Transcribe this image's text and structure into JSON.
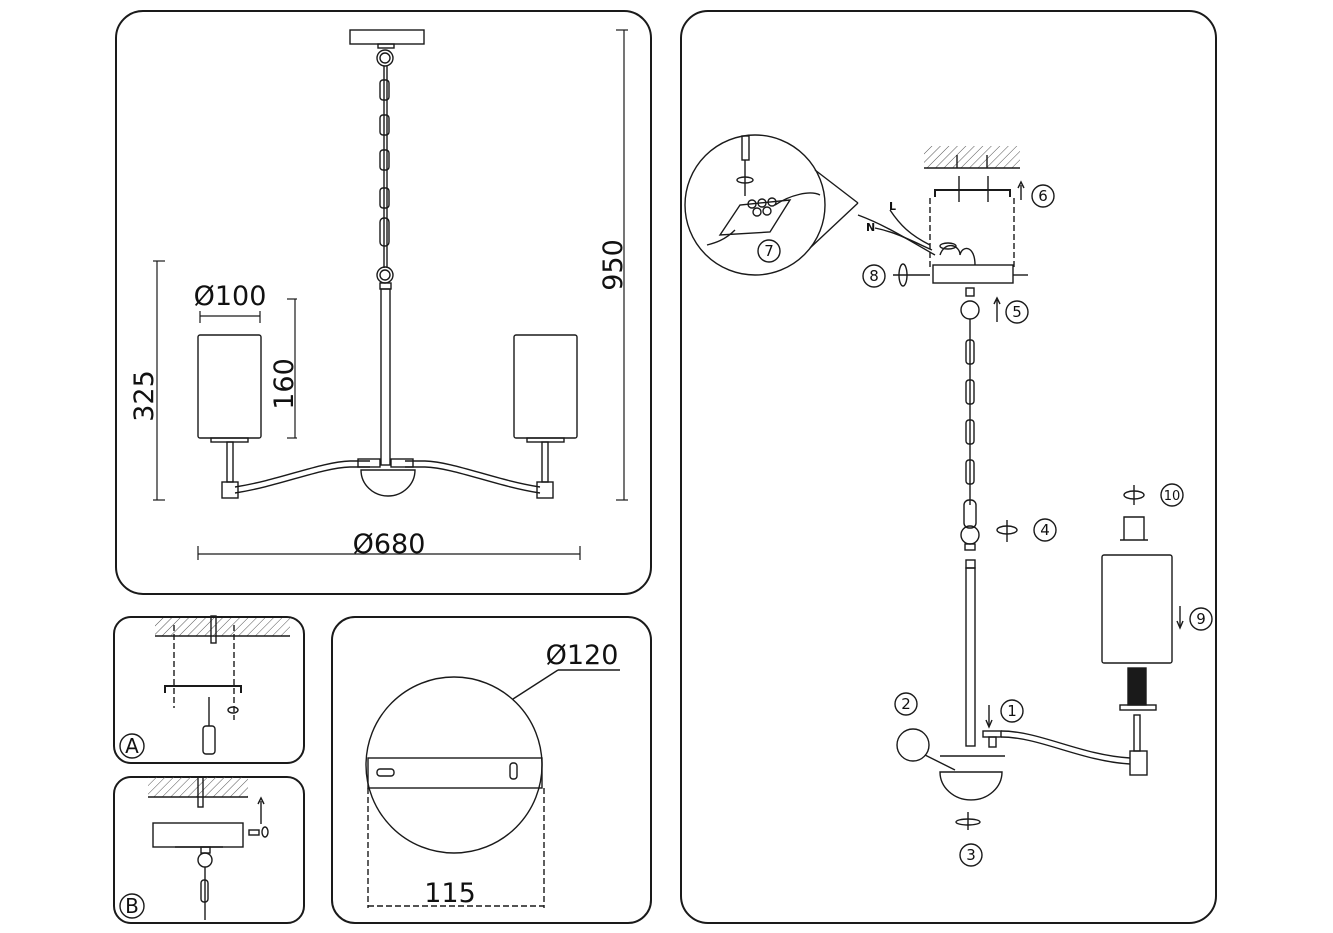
{
  "overview": {
    "dimensions": {
      "shade_diameter": "Ø100",
      "shade_height": "160",
      "body_height": "325",
      "total_height": "950",
      "span_diameter": "Ø680"
    }
  },
  "detail_a": {
    "label": "A"
  },
  "detail_b": {
    "label": "B"
  },
  "canopy": {
    "diameter": "Ø120",
    "bracket_width": "115"
  },
  "assembly": {
    "wire_labels": {
      "live": "L",
      "neutral": "N"
    },
    "steps": [
      {
        "number": "1",
        "action": "insert-arm"
      },
      {
        "number": "2",
        "action": "connect-wires"
      },
      {
        "number": "3",
        "action": "screw-cap"
      },
      {
        "number": "4",
        "action": "screw-rod-ring"
      },
      {
        "number": "5",
        "action": "hang-chain"
      },
      {
        "number": "6",
        "action": "lift-canopy"
      },
      {
        "number": "7",
        "action": "terminal-block"
      },
      {
        "number": "8",
        "action": "fix-screws"
      },
      {
        "number": "9",
        "action": "place-shade"
      },
      {
        "number": "10",
        "action": "screw-ring"
      }
    ]
  },
  "colors": {
    "line": "#1a1a1a",
    "background": "#ffffff"
  }
}
